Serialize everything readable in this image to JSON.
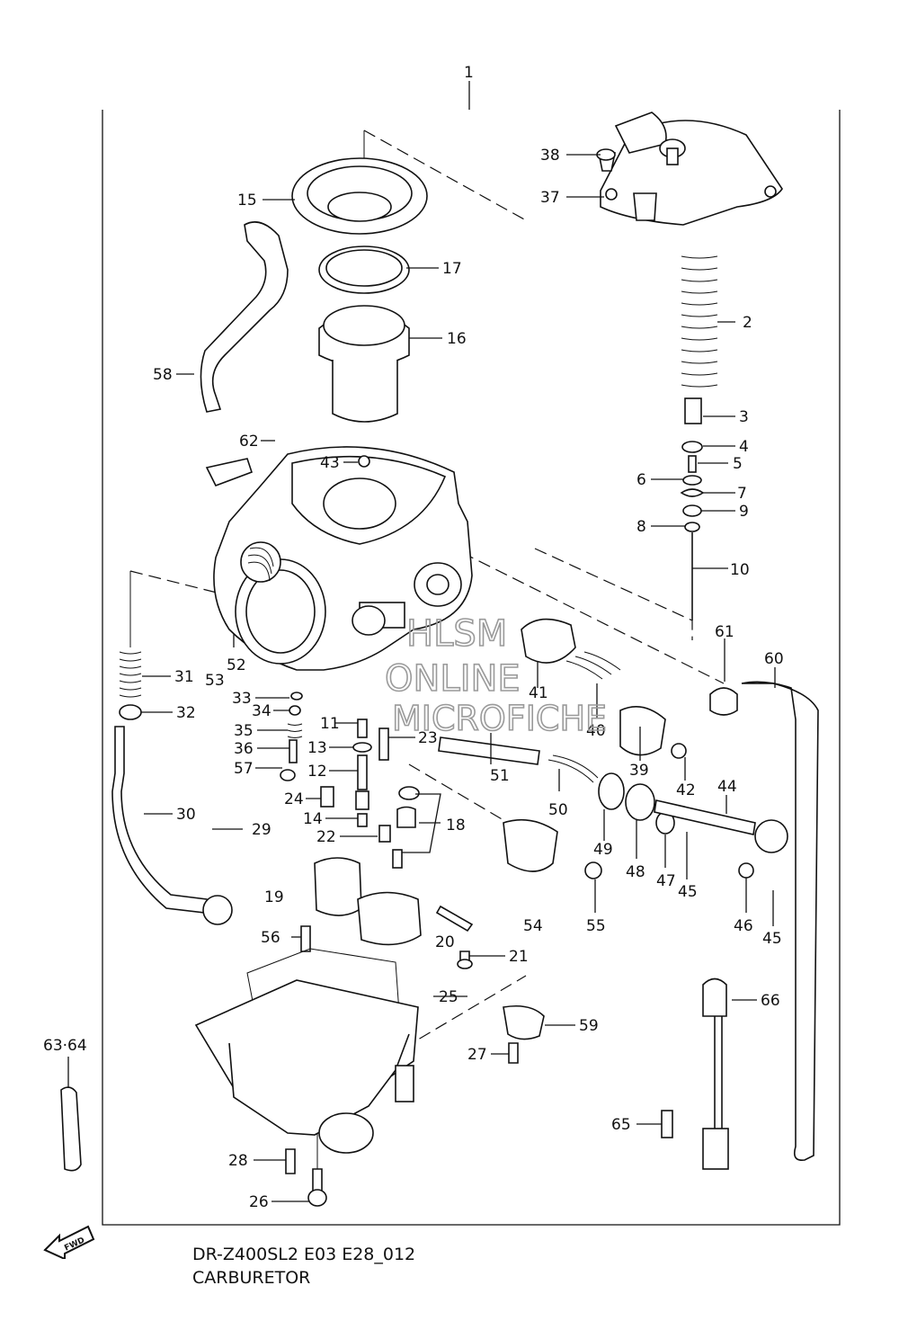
{
  "diagram": {
    "assembly_number": "1",
    "callouts": {
      "c2": "2",
      "c3": "3",
      "c4": "4",
      "c5": "5",
      "c6": "6",
      "c7": "7",
      "c8": "8",
      "c9": "9",
      "c10": "10",
      "c11": "11",
      "c12": "12",
      "c13": "13",
      "c14": "14",
      "c15": "15",
      "c16": "16",
      "c17": "17",
      "c18": "18",
      "c19": "19",
      "c20": "20",
      "c21": "21",
      "c22": "22",
      "c23": "23",
      "c24": "24",
      "c25": "25",
      "c26": "26",
      "c27": "27",
      "c28": "28",
      "c29": "29",
      "c30": "30",
      "c31": "31",
      "c32": "32",
      "c33": "33",
      "c34": "34",
      "c35": "35",
      "c36": "36",
      "c37": "37",
      "c38": "38",
      "c39": "39",
      "c40": "40",
      "c41": "41",
      "c42": "42",
      "c43": "43",
      "c44": "44",
      "c45a": "45",
      "c45b": "45",
      "c46": "46",
      "c47": "47",
      "c48": "48",
      "c49": "49",
      "c50": "50",
      "c51": "51",
      "c52": "52",
      "c53": "53",
      "c54": "54",
      "c55": "55",
      "c56": "56",
      "c57": "57",
      "c58": "58",
      "c59": "59",
      "c60": "60",
      "c61": "61",
      "c62": "62",
      "c65": "65",
      "c66": "66",
      "c6364": "63·64"
    },
    "watermark": {
      "line1": "HLSM",
      "line2": "ONLINE",
      "line3": "MICROFICHE"
    },
    "fwd_label": "FWD"
  },
  "footer": {
    "model_code": "DR-Z400SL2 E03 E28_012",
    "section_title": "CARBURETOR"
  }
}
